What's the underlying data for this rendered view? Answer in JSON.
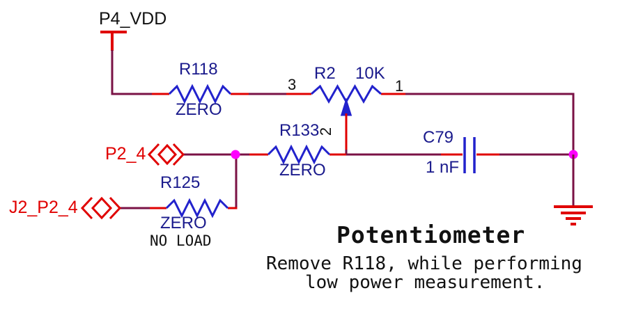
{
  "schematic": {
    "power_net": {
      "label": "P4_VDD"
    },
    "nets": {
      "p2_4": "P2_4",
      "j2_p2_4": "J2_P2_4"
    },
    "components": {
      "r118": {
        "ref": "R118",
        "value": "ZERO"
      },
      "r2": {
        "ref": "R2",
        "value": "10K",
        "pins": {
          "p1": "1",
          "p2": "2",
          "p3": "3"
        }
      },
      "r133": {
        "ref": "R133",
        "value": "ZERO"
      },
      "r125": {
        "ref": "R125",
        "value": "ZERO",
        "load_note": "NO LOAD"
      },
      "c79": {
        "ref": "C79",
        "value": "1 nF"
      }
    },
    "title": "Potentiometer",
    "note": {
      "line1": "Remove R118, while performing",
      "line2": "low power measurement."
    },
    "colors": {
      "wire": "#7a1245",
      "pin_stub": "#e00000",
      "symbol_blue": "#2222cc",
      "label_blue": "#1a1a8c",
      "junction_dot": "#ff00ff",
      "net_label_red": "#e00000",
      "text_black": "#111111",
      "background": "#ffffff"
    }
  }
}
